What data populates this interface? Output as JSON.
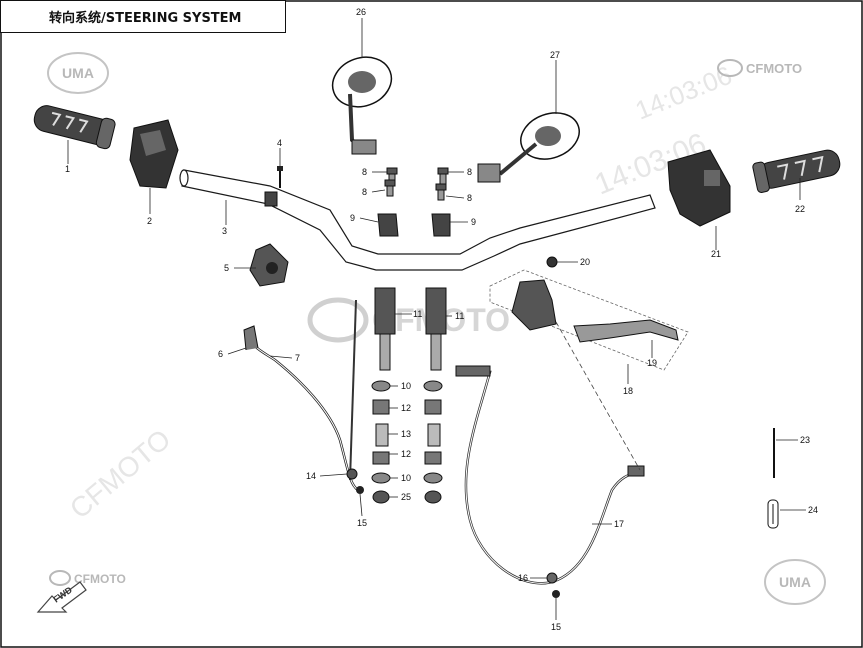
{
  "title": "转向系统/STEERING SYSTEM",
  "brands": {
    "uma": "UMA",
    "cfmoto": "CFMOTO",
    "fwd": "FWD"
  },
  "watermarks": {
    "timestamp": "14:03:06"
  },
  "callouts": [
    {
      "id": "c1",
      "num": "1",
      "part": "left-grip"
    },
    {
      "id": "c2",
      "num": "2",
      "part": "left-switch"
    },
    {
      "id": "c3",
      "num": "3",
      "part": "handlebar"
    },
    {
      "id": "c4",
      "num": "4",
      "part": "screw"
    },
    {
      "id": "c5",
      "num": "5",
      "part": "clutch-mount"
    },
    {
      "id": "c6",
      "num": "6",
      "part": "cable-elbow"
    },
    {
      "id": "c7",
      "num": "7",
      "part": "clutch-cable"
    },
    {
      "id": "c8a",
      "num": "8",
      "part": "bolt"
    },
    {
      "id": "c8b",
      "num": "8",
      "part": "bolt"
    },
    {
      "id": "c8c",
      "num": "8",
      "part": "bolt"
    },
    {
      "id": "c8d",
      "num": "8",
      "part": "bolt"
    },
    {
      "id": "c9a",
      "num": "9",
      "part": "upper-clamp"
    },
    {
      "id": "c9b",
      "num": "9",
      "part": "upper-clamp"
    },
    {
      "id": "c10a",
      "num": "10",
      "part": "washer"
    },
    {
      "id": "c10b",
      "num": "10",
      "part": "washer"
    },
    {
      "id": "c11a",
      "num": "11",
      "part": "riser"
    },
    {
      "id": "c11b",
      "num": "11",
      "part": "riser"
    },
    {
      "id": "c12a",
      "num": "12",
      "part": "bushing"
    },
    {
      "id": "c12b",
      "num": "12",
      "part": "bushing"
    },
    {
      "id": "c13",
      "num": "13",
      "part": "sleeve"
    },
    {
      "id": "c14",
      "num": "14",
      "part": "clamp"
    },
    {
      "id": "c15a",
      "num": "15",
      "part": "banjo-bolt"
    },
    {
      "id": "c15b",
      "num": "15",
      "part": "banjo-bolt"
    },
    {
      "id": "c16",
      "num": "16",
      "part": "clip"
    },
    {
      "id": "c17",
      "num": "17",
      "part": "brake-hose"
    },
    {
      "id": "c18",
      "num": "18",
      "part": "master-cylinder-assy"
    },
    {
      "id": "c19",
      "num": "19",
      "part": "brake-lever"
    },
    {
      "id": "c20",
      "num": "20",
      "part": "cap"
    },
    {
      "id": "c21",
      "num": "21",
      "part": "right-switch"
    },
    {
      "id": "c22",
      "num": "22",
      "part": "right-grip"
    },
    {
      "id": "c23",
      "num": "23",
      "part": "pin"
    },
    {
      "id": "c24",
      "num": "24",
      "part": "cotter-pin"
    },
    {
      "id": "c25",
      "num": "25",
      "part": "nut"
    },
    {
      "id": "c26",
      "num": "26",
      "part": "left-mirror"
    },
    {
      "id": "c27",
      "num": "27",
      "part": "right-mirror"
    }
  ]
}
